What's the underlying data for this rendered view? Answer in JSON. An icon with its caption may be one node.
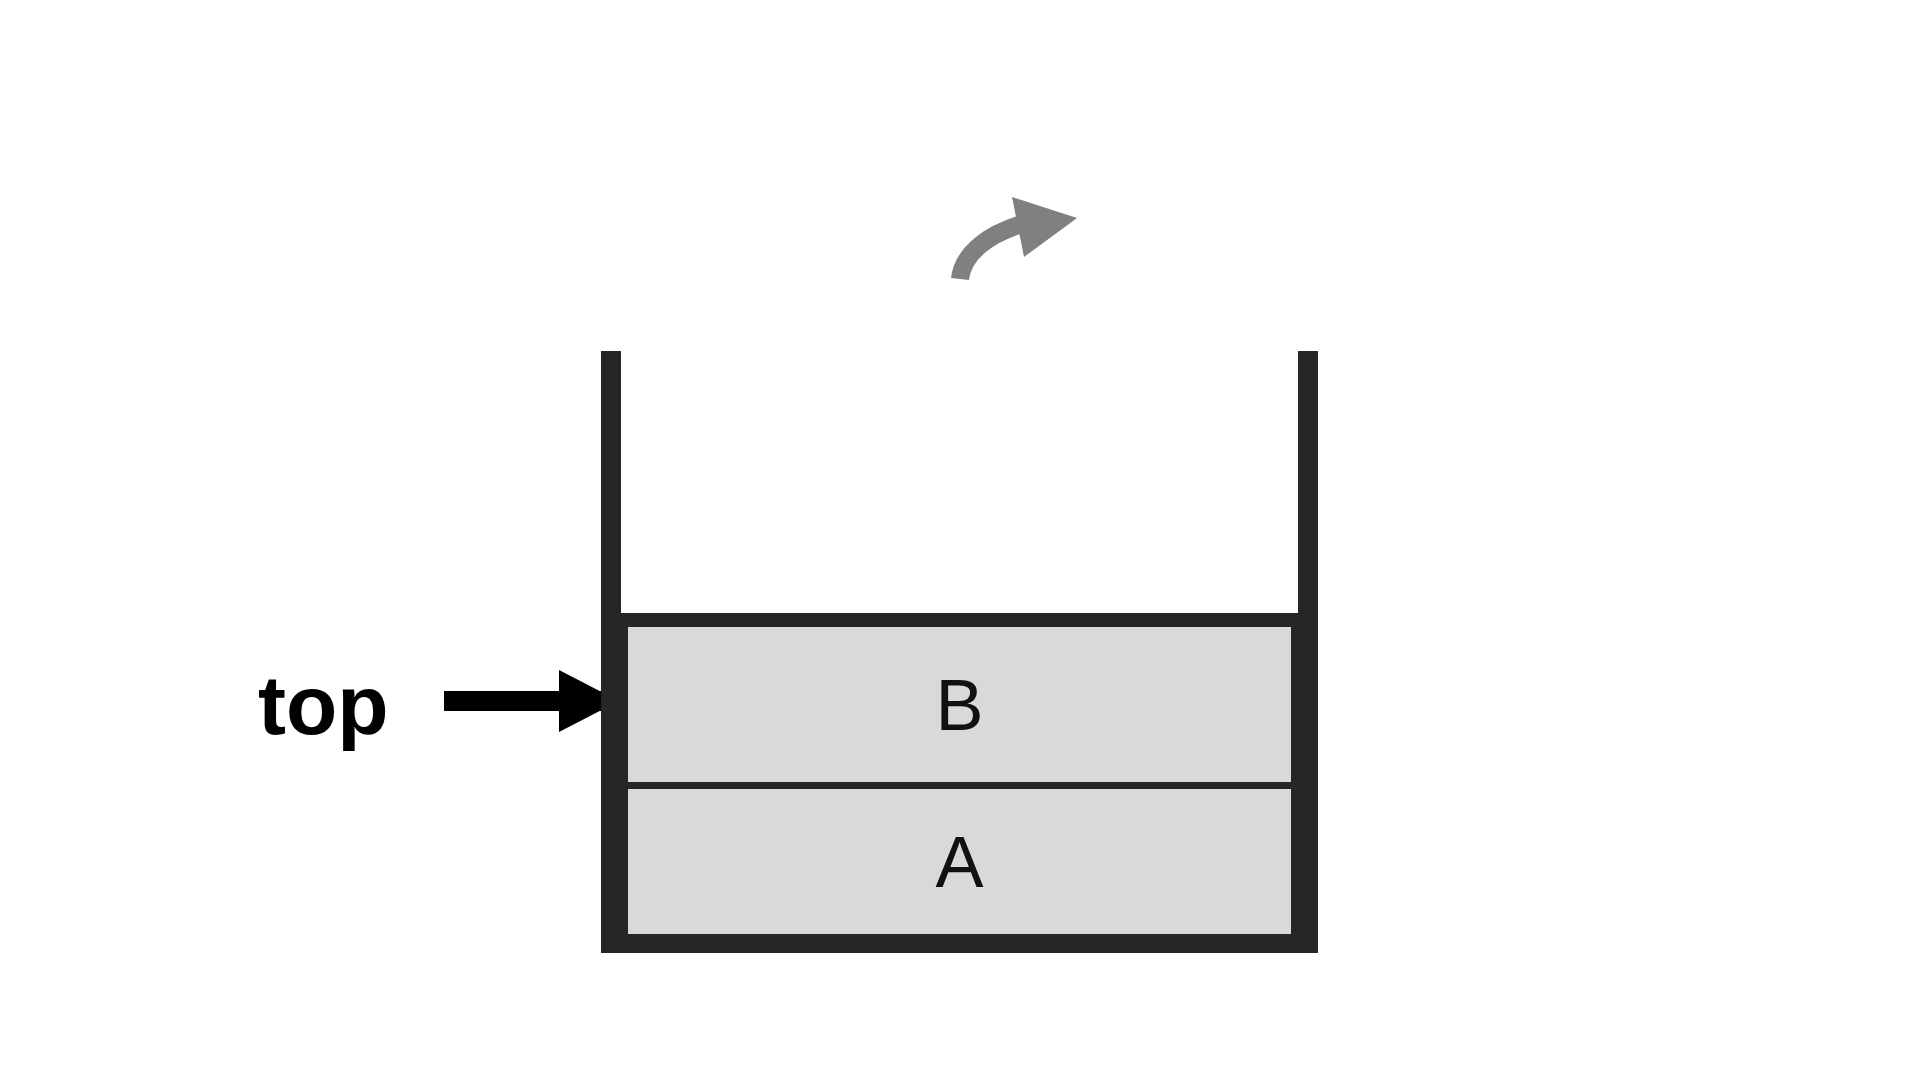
{
  "diagram": {
    "nodes": [
      {
        "text": [],
        "shape": "box"
      },
      {
        "text": [
          "B"
        ],
        "in": 0
      },
      {
        "text": [
          "A"
        ],
        "in": 0
      },
      {
        "text": [
          "top"
        ]
      }
    ],
    "edges": [
      {
        "from": 3,
        "to": 1,
        "arrow": "to"
      }
    ]
  }
}
